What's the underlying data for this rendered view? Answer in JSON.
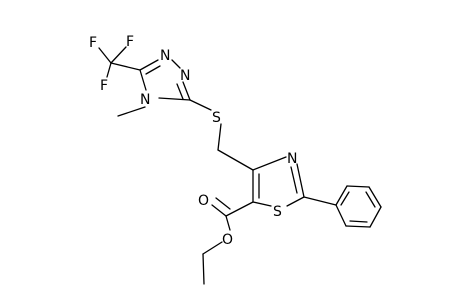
{
  "molecule": {
    "atom_labels": {
      "f_top": "F",
      "f_left": "F",
      "f_bottom": "F",
      "n_triazole_1": "N",
      "n_triazole_2": "N",
      "n_triazole_4": "N",
      "s_thioether": "S",
      "n_thiazole": "N",
      "s_thiazole": "S",
      "o_carbonyl": "O",
      "o_ester": "O"
    },
    "colors": {
      "bond": "#000000",
      "label": "#000000",
      "background": "#ffffff"
    }
  }
}
